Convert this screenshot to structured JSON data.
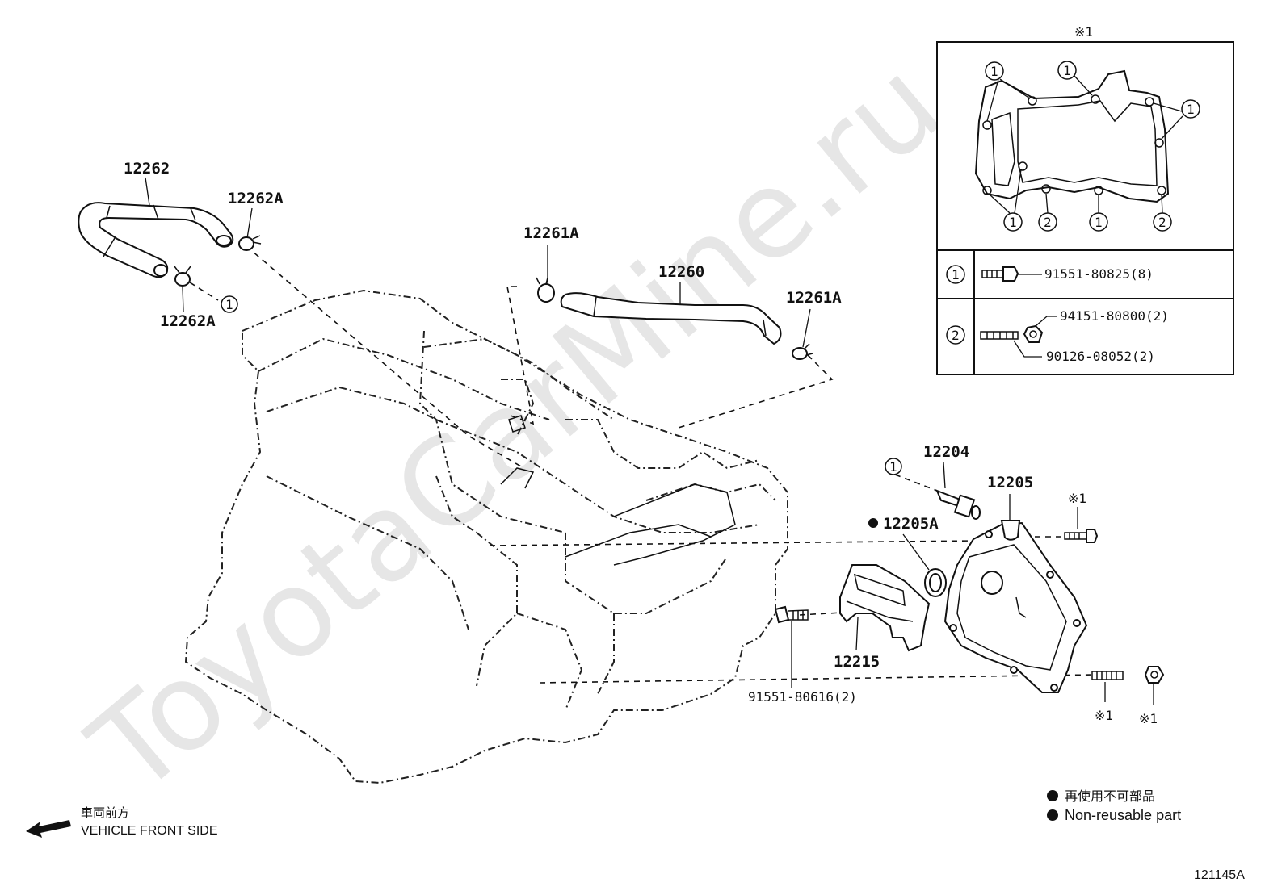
{
  "watermark": "ToyotaCarMine.ru",
  "parts": {
    "p12262": "12262",
    "p12262A_top": "12262A",
    "p12262A_bottom": "12262A",
    "p12261A_left": "12261A",
    "p12260": "12260",
    "p12261A_right": "12261A",
    "p12204": "12204",
    "p12205": "12205",
    "p12205A": "12205A",
    "p12215": "12215",
    "p91551_80616": "91551-80616(2)",
    "ref_mark_star_top": "※1",
    "ref_mark_star_bolt_bottom": "※1",
    "ref_mark_star_nut_bottom": "※1"
  },
  "inset": {
    "title": "※1",
    "callout_1": "1",
    "callout_2": "2",
    "row1_part": "91551-80825(8)",
    "row2_part_nut": "94151-80800(2)",
    "row2_part_stud": "90126-08052(2)"
  },
  "legend": {
    "jp": "再使用不可部品",
    "en": "Non-reusable part"
  },
  "direction": {
    "jp": "車両前方",
    "en": "VEHICLE FRONT SIDE"
  },
  "figure_id": "121145A"
}
